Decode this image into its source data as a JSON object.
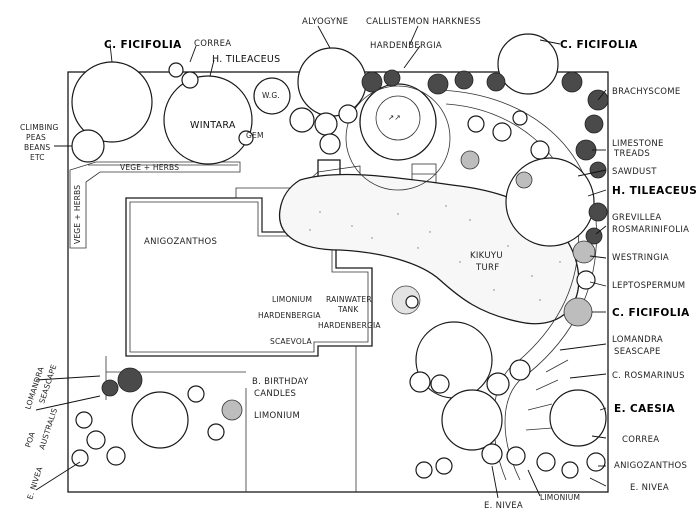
{
  "labels": {
    "c_ficifolia_top_left": "C. FICIFOLIA",
    "correa_top": "CORREA",
    "h_tileaceus_top": "H. TILEACEUS",
    "alyogyne": "ALYOGYNE",
    "callistemon_harkness": "CALLISTEMON HARKNESS",
    "hardenbergia_top": "HARDENBERGIA",
    "c_ficifolia_top_right": "C. FICIFOLIA",
    "climbing_pea_1": "CLIMBING",
    "climbing_pea_2": "PEAS",
    "climbing_pea_3": "BEANS",
    "climbing_pea_4": "ETC",
    "wintara": "WINTARA",
    "gem": "GEM",
    "wg": "W.G.",
    "vege_herbs_top": "VEGE + HERBS",
    "vege_herbs_side": "VEGE + HERBS",
    "brachyscome": "BRACHYSCOME",
    "limestone_1": "LIMESTONE",
    "limestone_2": "TREADS",
    "sawdust": "SAWDUST",
    "h_tileaceus_right": "H. TILEACEUS",
    "grevillea": "GREVILLEA",
    "rosmarinifolia": "ROSMARINIFOLIA",
    "westringia": "WESTRINGIA",
    "leptospermum": "LEPTOSPERMUM",
    "c_ficifolia_right": "C. FICIFOLIA",
    "lomandra_right_1": "LOMANDRA",
    "lomandra_right_2": "SEASCAPE",
    "c_rosmarinus": "C. ROSMARINUS",
    "e_caesia": "E. CAESIA",
    "correa_right": "CORREA",
    "anigozanthos_right": "ANIGOZANTHOS",
    "e_nivea_right": "E. NIVEA",
    "e_nivea_bottom": "E. NIVEA",
    "limonium_bottom": "LIMONIUM",
    "anigozanthos_house": "ANIGOZANTHOS",
    "kikuyu_1": "KIKUYU",
    "kikuyu_2": "TURF",
    "limonium_mid": "LIMONIUM",
    "hardenbergia_mid1": "HARDENBERGIA",
    "rainwater_1": "RAINWATER",
    "rainwater_2": "TANK",
    "hardenbergia_mid2": "HARDENBERGIA",
    "scaevola": "SCAEVOLA",
    "b_birthday_1": "B. BIRTHDAY",
    "b_birthday_2": "CANDLES",
    "limonium_low": "LIMONIUM",
    "lomandra_left_1": "LOMANDRA",
    "lomandra_left_2": "SEASCAPE",
    "poa_1": "POA",
    "poa_2": "AUSTRALIS",
    "e_nivea_left": "E. NIVEA"
  }
}
